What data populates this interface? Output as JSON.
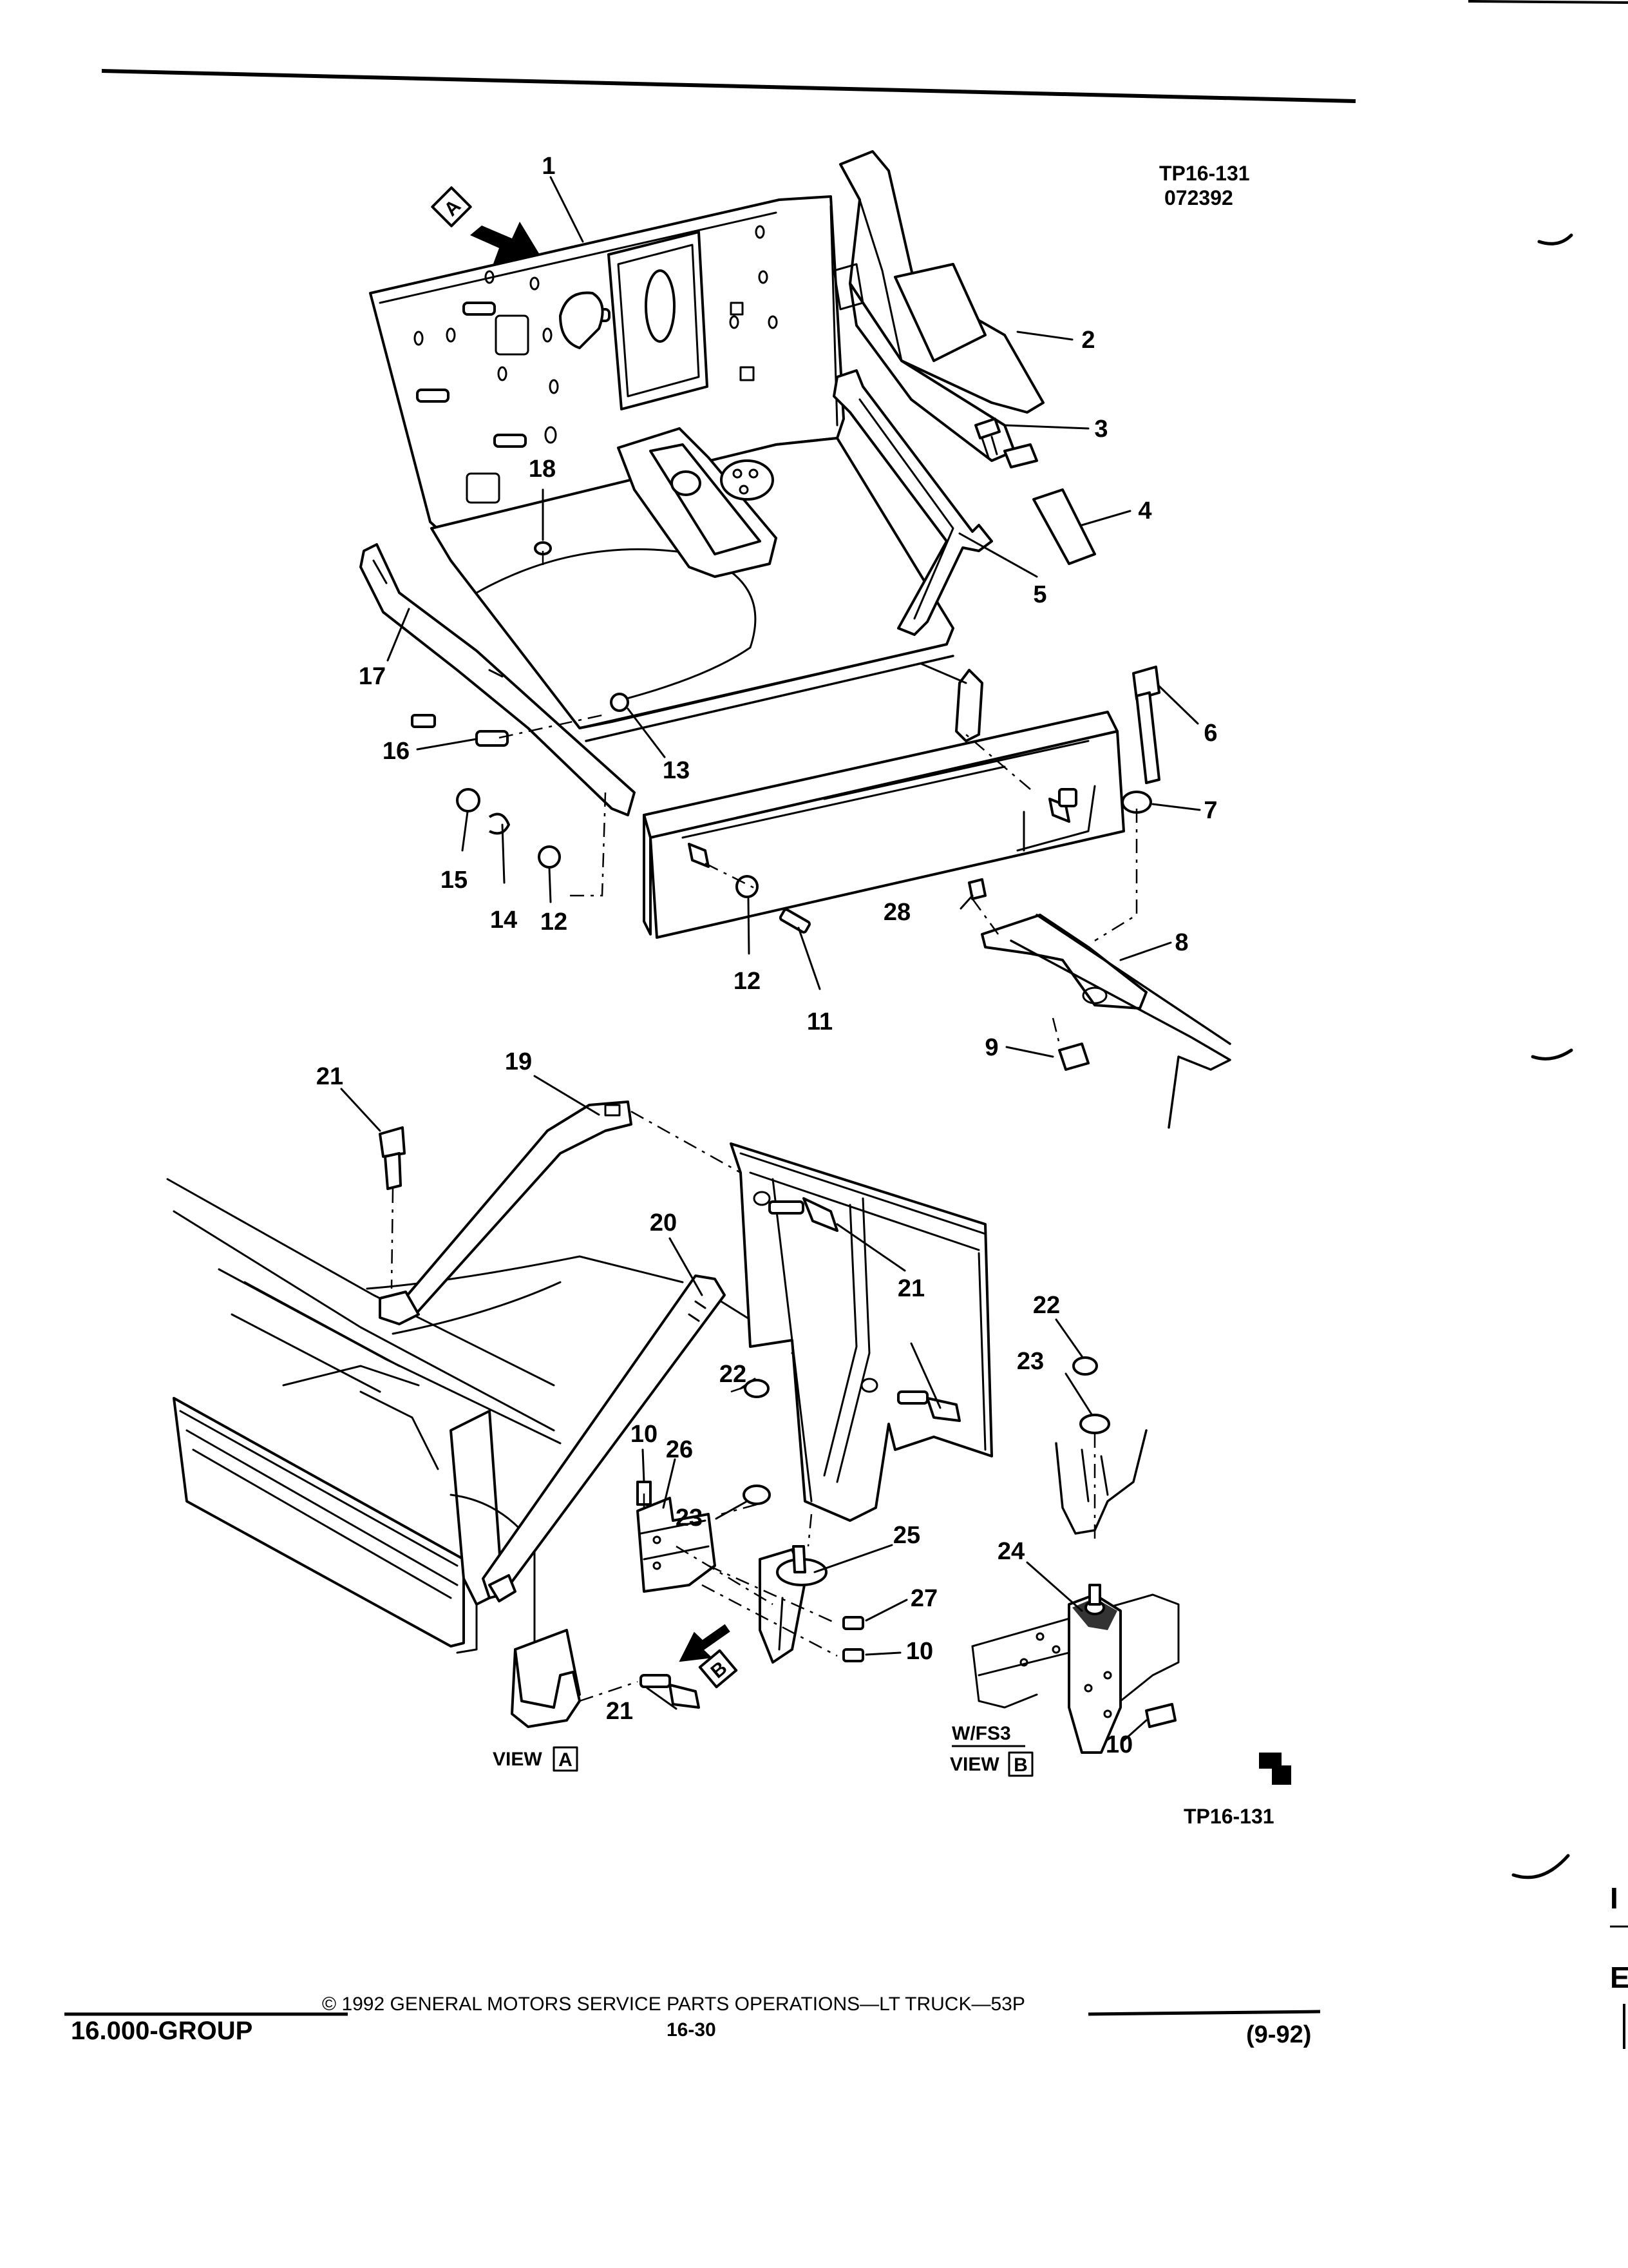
{
  "drawing": {
    "ref_code_top": "TP16-131",
    "date_code": "072392",
    "ref_code_bottom": "TP16-131",
    "view_a_label": "VIEW",
    "view_a_letter": "A",
    "view_b_label": "VIEW",
    "view_b_letter": "B",
    "variant_note": "W/FS3",
    "arrow_a_letter": "A",
    "arrow_b_letter": "B",
    "callouts": [
      "1",
      "2",
      "3",
      "4",
      "5",
      "6",
      "7",
      "8",
      "9",
      "10",
      "11",
      "12",
      "13",
      "14",
      "15",
      "16",
      "17",
      "18",
      "19",
      "20",
      "21",
      "22",
      "23",
      "24",
      "25",
      "26",
      "27",
      "28"
    ]
  },
  "footer": {
    "group": "16.000-GROUP",
    "copyright": "© 1992 GENERAL MOTORS SERVICE PARTS OPERATIONS—LT TRUCK—53P",
    "page": "16-30",
    "revision": "(9-92)"
  },
  "margin_marks": {
    "char_1": "I",
    "char_2": "E"
  }
}
